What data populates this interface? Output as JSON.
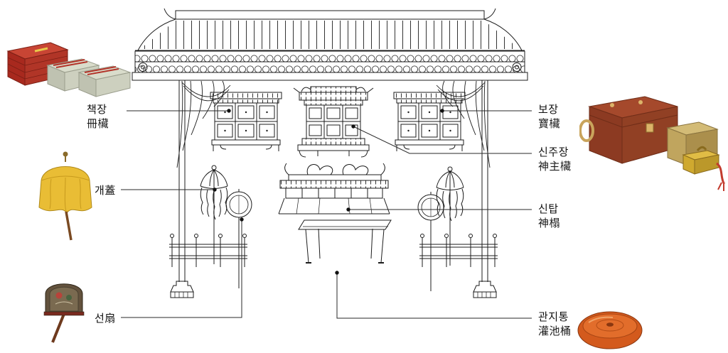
{
  "diagram": {
    "labels": [
      {
        "id": "chaekjang",
        "ko": "책장",
        "hanja": "冊欌"
      },
      {
        "id": "gae",
        "ko": "개蓋",
        "hanja": ""
      },
      {
        "id": "seon",
        "ko": "선扇",
        "hanja": ""
      },
      {
        "id": "bojang",
        "ko": "보장",
        "hanja": "寶欌"
      },
      {
        "id": "sinjujang",
        "ko": "신주장",
        "hanja": "神主欌"
      },
      {
        "id": "sintap",
        "ko": "신탑",
        "hanja": "神榻"
      },
      {
        "id": "gwanjitong",
        "ko": "관지통",
        "hanja": "灌池桶"
      }
    ],
    "line_color": "#1c1c1c"
  },
  "photos": {
    "books": {
      "cover_fill": "#a8291e",
      "top_fill": "#c84534",
      "pages_fill": "#d9dccb"
    },
    "canopy": {
      "fill": "#e9bd35"
    },
    "fan": {
      "fill": "#63523d"
    },
    "treasure": {
      "chest_fill": "#8c3a22",
      "brass_fill": "#c0a55e",
      "seal_fill": "#cfa92f",
      "tassel_color": "#c23b2e"
    },
    "bucket": {
      "fill": "#d35a1d"
    }
  }
}
